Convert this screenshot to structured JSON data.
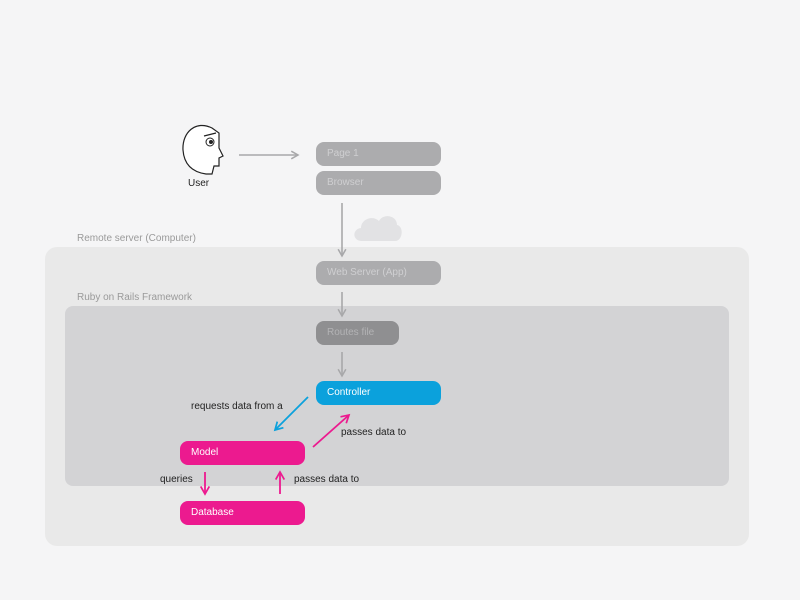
{
  "regions": {
    "remote_server": "Remote server (Computer)",
    "rails_framework": "Ruby on Rails Framework"
  },
  "user": {
    "label": "User"
  },
  "nodes": {
    "page1": "Page 1",
    "browser": "Browser",
    "web_server": "Web Server (App)",
    "routes": "Routes file",
    "controller": "Controller",
    "model": "Model",
    "database": "Database"
  },
  "edges": {
    "controller_to_model": "requests data from a",
    "model_to_controller": "passes data to",
    "model_to_database": "queries",
    "database_to_model": "passes data to"
  },
  "colors": {
    "pink": "#ec1a8f",
    "blue": "#0ba1dc",
    "grey_arrow": "#a8a8aa"
  }
}
